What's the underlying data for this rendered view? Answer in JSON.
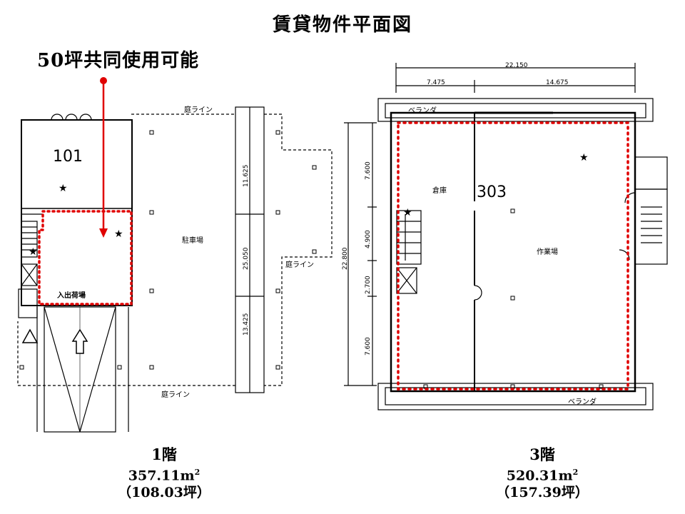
{
  "title": "賃貸物件平面図",
  "shared_note": "50坪共同使用可能",
  "plans": [
    {
      "floor": "1階",
      "room": "101",
      "area_value": "357.11",
      "area_unit": "m",
      "area_sup": "2",
      "tsubo": "（108.03坪）",
      "labels": {
        "yard_line": "庭ライン",
        "parking": "駐車場",
        "loading": "入出荷場",
        "dims": [
          "11.625",
          "25.050",
          "13.425"
        ]
      }
    },
    {
      "floor": "3階",
      "room": "303",
      "area_value": "520.31",
      "area_unit": "m",
      "area_sup": "2",
      "tsubo": "（157.39坪）",
      "labels": {
        "veranda": "ベランダ",
        "warehouse": "倉庫",
        "workshop": "作業場",
        "dims_top": [
          "22.150",
          "7.475",
          "14.675"
        ],
        "dims_left": [
          "22.800",
          "7.600",
          "4.900",
          "2.700",
          "7.600"
        ]
      }
    }
  ],
  "colors": {
    "highlight": "#e00000",
    "line": "#000000"
  }
}
